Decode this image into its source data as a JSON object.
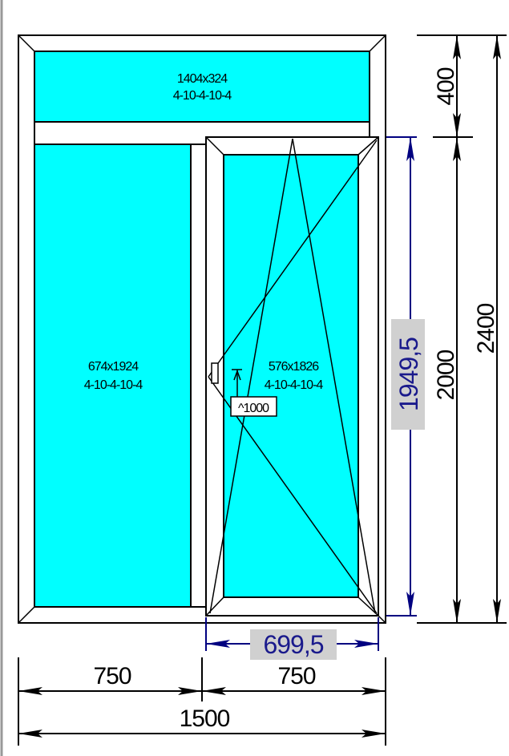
{
  "colors": {
    "glass": "#00ffff",
    "dimension_blue": "#000080",
    "label_bg": "#d0d0d0"
  },
  "glass_panes": [
    {
      "size": "1404x324",
      "formula": "4-10-4-10-4"
    },
    {
      "size": "674x1924",
      "formula": "4-10-4-10-4"
    },
    {
      "size": "576x1826",
      "formula": "4-10-4-10-4"
    }
  ],
  "handle_height": "^1000",
  "dimensions": {
    "transom_height": "400",
    "lower_height": "2000",
    "total_height": "2400",
    "sash_height": "1949,5",
    "sash_width": "699,5",
    "left_width": "750",
    "right_width": "750",
    "total_width": "1500"
  }
}
